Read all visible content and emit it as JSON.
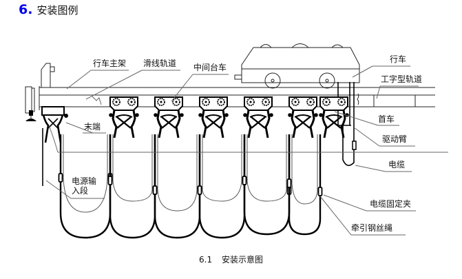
{
  "section": {
    "number": "6.",
    "title": "安装图例",
    "number_color": "#0000ee"
  },
  "figure": {
    "caption_number": "6.1",
    "caption_text": "安装示意图",
    "labels": {
      "main_frame": "行车主架",
      "slide_rail": "滑线轨道",
      "middle_trolley": "中间台车",
      "crane": "行车",
      "i_beam_rail": "工字型轨道",
      "end": "末端",
      "head_trolley": "首车",
      "drive_arm": "驱动臂",
      "cable": "电缆",
      "power_input_line1": "电源输",
      "power_input_line2": "入段",
      "cable_clamp": "电缆固定夹",
      "traction_wire_rope": "牵引钢丝绳"
    }
  }
}
